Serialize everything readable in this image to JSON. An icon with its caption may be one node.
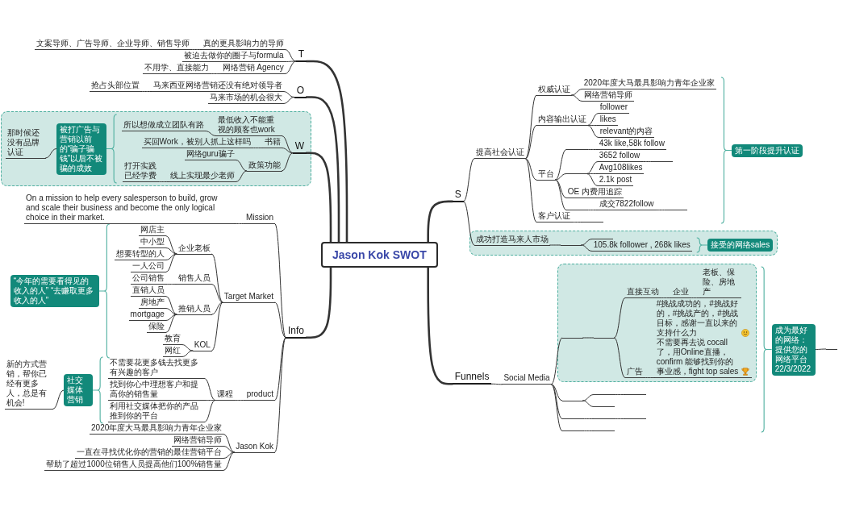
{
  "diagram": {
    "nodes": [
      {
        "text": [
          "Jason Kok SWOT"
        ]
      },
      {
        "text": [
          "S"
        ]
      },
      {
        "text": [
          "提高社会认证"
        ]
      },
      {
        "text": [
          "权威认证"
        ]
      },
      {
        "text": [
          "2020年度大马最具影响力青年企业家"
        ]
      },
      {
        "text": [
          "网络营销导师"
        ]
      },
      {
        "text": [
          "内容输出认证"
        ]
      },
      {
        "text": [
          "follower"
        ]
      },
      {
        "text": [
          "likes"
        ]
      },
      {
        "text": [
          "relevant的内容"
        ]
      },
      {
        "text": [
          "平台"
        ]
      },
      {
        "text": [],
        "shape": "line"
      },
      {
        "text": [
          "43k like,58k follow"
        ]
      },
      {
        "text": [],
        "shape": "line"
      },
      {
        "text": [
          "3652 follow"
        ]
      },
      {
        "text": [],
        "shape": "line"
      },
      {
        "text": [
          "Avg108likes"
        ]
      },
      {
        "text": [
          "2.1k post"
        ]
      },
      {
        "text": [
          "OE 内费用追踪"
        ]
      },
      {
        "text": [],
        "shape": "line"
      },
      {
        "text": [
          "成交7822follow"
        ]
      },
      {
        "text": [],
        "shape": "line"
      },
      {
        "text": [
          "客户认证"
        ]
      },
      {
        "text": [],
        "shape": "line"
      },
      {
        "text": [
          "第一阶段提升认证"
        ]
      },
      {
        "text": [],
        "shape": "box"
      },
      {
        "text": [
          "成功打造马来人市场"
        ],
        "in": 25
      },
      {
        "text": [],
        "shape": "line",
        "in": 25
      },
      {
        "text": [],
        "shape": "line",
        "in": 25
      },
      {
        "text": [
          "105.8k follower , 268k likes"
        ],
        "in": 25
      },
      {
        "text": [
          "接受的网络sales"
        ],
        "in": 25
      },
      {
        "text": [
          "Funnels"
        ]
      },
      {
        "text": [
          "Social Media"
        ]
      },
      {
        "text": [],
        "shape": "box"
      },
      {
        "text": [],
        "shape": "line",
        "in": 33
      },
      {
        "text": [],
        "shape": "line",
        "in": 33
      },
      {
        "text": [
          "直接互动"
        ],
        "in": 33
      },
      {
        "text": [
          "企业"
        ],
        "in": 33
      },
      {
        "text": [
          "老板、保险、房地产"
        ],
        "in": 33
      },
      {
        "text": [
          "广告"
        ],
        "in": 33
      },
      {
        "text": [
          "#挑战成功的，#挑战好的，#挑战产的，#挑战目标，感谢一直以来的支持什么力",
          "不需要再去说 cocall了，用Online直播，confirm 能够找到你的事业感，fight top sales"
        ],
        "in": 33
      },
      {
        "text": [],
        "shape": "line"
      },
      {
        "text": [],
        "shape": "line"
      },
      {
        "text": [],
        "shape": "line"
      },
      {
        "text": [],
        "shape": "line"
      },
      {
        "text": [],
        "shape": "line"
      },
      {
        "text": [],
        "shape": "line"
      },
      {
        "text": [],
        "shape": "line"
      },
      {
        "text": [],
        "shape": "line"
      },
      {
        "text": [],
        "shape": "line"
      },
      {
        "text": [
          "成为最好的网络：提供您的网络平台 22/3/2022"
        ]
      },
      {
        "text": [],
        "shape": "line"
      },
      {
        "text": [
          "T"
        ]
      },
      {
        "text": [
          "真的更具影响力的导师"
        ]
      },
      {
        "text": [
          "文案导师、广告导师、企业导师、销售导师"
        ]
      },
      {
        "text": [
          "被迫去做你的圈子与formula"
        ]
      },
      {
        "text": [
          "网络营销 Agency"
        ]
      },
      {
        "text": [
          "不用学、直接能力"
        ]
      },
      {
        "text": [
          "O"
        ]
      },
      {
        "text": [
          "马来西亚网络营销还没有绝对领导者"
        ]
      },
      {
        "text": [
          "抢占头部位置"
        ]
      },
      {
        "text": [
          "马来市场的机会很大"
        ]
      },
      {
        "text": [],
        "shape": "box"
      },
      {
        "text": [
          "W"
        ],
        "in": 62
      },
      {
        "text": [
          "最低收入不能重视的顾客也work"
        ],
        "in": 62
      },
      {
        "text": [
          "所以想做成立团队有路"
        ],
        "in": 62
      },
      {
        "text": [
          "书籍"
        ],
        "in": 62
      },
      {
        "text": [
          "买回Work，被别人抓上这样吗"
        ],
        "in": 62
      },
      {
        "text": [
          "政策功能"
        ],
        "in": 62
      },
      {
        "text": [
          "网络guru骗子"
        ],
        "in": 62
      },
      {
        "text": [
          "线上实现最少老师"
        ],
        "in": 62
      },
      {
        "text": [
          "打开实践已经学费"
        ],
        "in": 62
      },
      {
        "text": [
          "被打广告与营销以前的“骗子骗钱”以后不被骗的成效"
        ],
        "in": 62
      },
      {
        "text": [
          "那时候还没有品牌认证"
        ],
        "in": 62
      },
      {
        "text": [
          "Info"
        ]
      },
      {
        "text": [
          "Mission"
        ]
      },
      {
        "text": [
          "On a mission to help every salesperson to build, grow and scale their business and become the only logical choice in their market."
        ]
      },
      {
        "text": [
          "Target Market"
        ]
      },
      {
        "text": [
          "企业老板"
        ]
      },
      {
        "text": [
          "网店主"
        ]
      },
      {
        "text": [
          "中小型"
        ]
      },
      {
        "text": [
          "想要转型的人"
        ]
      },
      {
        "text": [
          "一人公司"
        ]
      },
      {
        "text": [
          "销售人员"
        ]
      },
      {
        "text": [
          "公司销售"
        ]
      },
      {
        "text": [
          "推销人员"
        ]
      },
      {
        "text": [
          "直销人员"
        ]
      },
      {
        "text": [
          "房地产"
        ]
      },
      {
        "text": [
          "mortgage"
        ]
      },
      {
        "text": [
          "保险"
        ]
      },
      {
        "text": [
          "KOL"
        ]
      },
      {
        "text": [
          "教育"
        ]
      },
      {
        "text": [
          "网红"
        ]
      },
      {
        "text": [
          "“今年的需要看得见的收入的人” “去赚取更多收入的人”"
        ]
      },
      {
        "text": [
          "product"
        ]
      },
      {
        "text": [
          "课程"
        ]
      },
      {
        "text": [
          "不需要花更多钱去找更多有兴趣的客户"
        ]
      },
      {
        "text": [
          "找到你心中理想客户和提高你的销售量"
        ]
      },
      {
        "text": [
          "利用社交媒体把你的产品推到你的平台"
        ]
      },
      {
        "text": [
          "社交媒体营销"
        ]
      },
      {
        "text": [
          "新的方式营销，帮你已经有更多人，总是有机会!"
        ]
      },
      {
        "text": [
          "Jason Kok"
        ]
      },
      {
        "text": [
          "2020年度大马最具影响力青年企业家"
        ]
      },
      {
        "text": [
          "网络营销导师"
        ]
      },
      {
        "text": [
          "一直在寻找优化你的营销的最佳营销平台"
        ]
      },
      {
        "text": [
          "帮助了超过1000位销售人员提高他们100%销售量"
        ]
      }
    ],
    "edges": [
      {
        "from": 0,
        "to": 1,
        "arrow": "none",
        "style": "thick"
      },
      {
        "from": 1,
        "to": 2,
        "arrow": "none"
      },
      {
        "from": 2,
        "to": 3,
        "arrow": "none"
      },
      {
        "from": 3,
        "to": 4,
        "arrow": "none"
      },
      {
        "from": 3,
        "to": 5,
        "arrow": "none"
      },
      {
        "from": 2,
        "to": 6,
        "arrow": "none"
      },
      {
        "from": 6,
        "to": 7,
        "arrow": "none"
      },
      {
        "from": 6,
        "to": 8,
        "arrow": "none"
      },
      {
        "from": 6,
        "to": 9,
        "arrow": "none"
      },
      {
        "from": 2,
        "to": 10,
        "arrow": "none"
      },
      {
        "from": 10,
        "to": 11,
        "arrow": "none"
      },
      {
        "from": 11,
        "to": 12,
        "arrow": "none"
      },
      {
        "from": 10,
        "to": 13,
        "arrow": "none"
      },
      {
        "from": 13,
        "to": 14,
        "arrow": "none"
      },
      {
        "from": 14,
        "to": 15,
        "arrow": "none"
      },
      {
        "from": 13,
        "to": 16,
        "arrow": "none"
      },
      {
        "from": 13,
        "to": 17,
        "arrow": "none"
      },
      {
        "from": 10,
        "to": 18,
        "arrow": "none"
      },
      {
        "from": 10,
        "to": 19,
        "arrow": "none"
      },
      {
        "from": 19,
        "to": 20,
        "arrow": "none"
      },
      {
        "from": 20,
        "to": 21,
        "arrow": "none"
      },
      {
        "from": 2,
        "to": 22,
        "arrow": "none"
      },
      {
        "from": 22,
        "to": 23,
        "arrow": "none"
      },
      {
        "from": 1,
        "to": 26,
        "arrow": "none"
      },
      {
        "from": 26,
        "to": 27,
        "arrow": "none"
      },
      {
        "from": 27,
        "to": 28,
        "arrow": "none"
      },
      {
        "from": 27,
        "to": 29,
        "arrow": "none"
      },
      {
        "from": 0,
        "to": 31,
        "arrow": "none",
        "style": "thick"
      },
      {
        "from": 31,
        "to": 32,
        "arrow": "none"
      },
      {
        "from": 32,
        "to": 34,
        "arrow": "none"
      },
      {
        "from": 34,
        "to": 35,
        "arrow": "none"
      },
      {
        "from": 35,
        "to": 36,
        "arrow": "none"
      },
      {
        "from": 36,
        "to": 37,
        "arrow": "none"
      },
      {
        "from": 37,
        "to": 38,
        "arrow": "none"
      },
      {
        "from": 35,
        "to": 39,
        "arrow": "none"
      },
      {
        "from": 39,
        "to": 40,
        "arrow": "none"
      },
      {
        "from": 32,
        "to": 41,
        "arrow": "none"
      },
      {
        "from": 41,
        "to": 42,
        "arrow": "none"
      },
      {
        "from": 42,
        "to": 43,
        "arrow": "none"
      },
      {
        "from": 41,
        "to": 44,
        "arrow": "none"
      },
      {
        "from": 32,
        "to": 45,
        "arrow": "none"
      },
      {
        "from": 45,
        "to": 46,
        "arrow": "none"
      },
      {
        "from": 46,
        "to": 47,
        "arrow": "none"
      },
      {
        "from": 32,
        "to": 48,
        "arrow": "none"
      },
      {
        "from": 48,
        "to": 49,
        "arrow": "none"
      },
      {
        "from": 50,
        "to": 51,
        "arrow": "none"
      },
      {
        "from": 0,
        "to": 52,
        "arrow": "none",
        "style": "thick"
      },
      {
        "from": 52,
        "to": 53,
        "arrow": "none"
      },
      {
        "from": 53,
        "to": 54,
        "arrow": "none"
      },
      {
        "from": 52,
        "to": 55,
        "arrow": "none"
      },
      {
        "from": 52,
        "to": 56,
        "arrow": "none"
      },
      {
        "from": 56,
        "to": 57,
        "arrow": "none"
      },
      {
        "from": 0,
        "to": 58,
        "arrow": "none",
        "style": "thick"
      },
      {
        "from": 58,
        "to": 59,
        "arrow": "none"
      },
      {
        "from": 59,
        "to": 60,
        "arrow": "none"
      },
      {
        "from": 58,
        "to": 61,
        "arrow": "none"
      },
      {
        "from": 0,
        "to": 63,
        "arrow": "none",
        "style": "thick"
      },
      {
        "from": 63,
        "to": 64,
        "arrow": "none"
      },
      {
        "from": 64,
        "to": 65,
        "arrow": "none"
      },
      {
        "from": 63,
        "to": 66,
        "arrow": "none"
      },
      {
        "from": 66,
        "to": 67,
        "arrow": "none"
      },
      {
        "from": 63,
        "to": 68,
        "arrow": "none"
      },
      {
        "from": 68,
        "to": 69,
        "arrow": "none"
      },
      {
        "from": 68,
        "to": 70,
        "arrow": "none"
      },
      {
        "from": 70,
        "to": 71,
        "arrow": "none"
      },
      {
        "from": 72,
        "to": 73,
        "arrow": "none"
      },
      {
        "from": 0,
        "to": 74,
        "arrow": "none",
        "style": "thick"
      },
      {
        "from": 74,
        "to": 75,
        "arrow": "none"
      },
      {
        "from": 75,
        "to": 76,
        "arrow": "none"
      },
      {
        "from": 74,
        "to": 77,
        "arrow": "none"
      },
      {
        "from": 77,
        "to": 78,
        "arrow": "none"
      },
      {
        "from": 78,
        "to": 79,
        "arrow": "none"
      },
      {
        "from": 78,
        "to": 80,
        "arrow": "none"
      },
      {
        "from": 78,
        "to": 81,
        "arrow": "none"
      },
      {
        "from": 78,
        "to": 82,
        "arrow": "none"
      },
      {
        "from": 77,
        "to": 83,
        "arrow": "none"
      },
      {
        "from": 83,
        "to": 84,
        "arrow": "none"
      },
      {
        "from": 77,
        "to": 85,
        "arrow": "none"
      },
      {
        "from": 85,
        "to": 86,
        "arrow": "none"
      },
      {
        "from": 85,
        "to": 87,
        "arrow": "none"
      },
      {
        "from": 85,
        "to": 88,
        "arrow": "none"
      },
      {
        "from": 85,
        "to": 89,
        "arrow": "none"
      },
      {
        "from": 77,
        "to": 90,
        "arrow": "none"
      },
      {
        "from": 90,
        "to": 91,
        "arrow": "none"
      },
      {
        "from": 90,
        "to": 92,
        "arrow": "none"
      },
      {
        "from": 74,
        "to": 94,
        "arrow": "none"
      },
      {
        "from": 94,
        "to": 95,
        "arrow": "none"
      },
      {
        "from": 95,
        "to": 96,
        "arrow": "none"
      },
      {
        "from": 95,
        "to": 97,
        "arrow": "none"
      },
      {
        "from": 95,
        "to": 98,
        "arrow": "none"
      },
      {
        "from": 99,
        "to": 100,
        "arrow": "none"
      },
      {
        "from": 74,
        "to": 101,
        "arrow": "none"
      },
      {
        "from": 101,
        "to": 102,
        "arrow": "none"
      },
      {
        "from": 101,
        "to": 103,
        "arrow": "none"
      },
      {
        "from": 101,
        "to": 104,
        "arrow": "none"
      },
      {
        "from": 101,
        "to": 105,
        "arrow": "none"
      }
    ]
  }
}
